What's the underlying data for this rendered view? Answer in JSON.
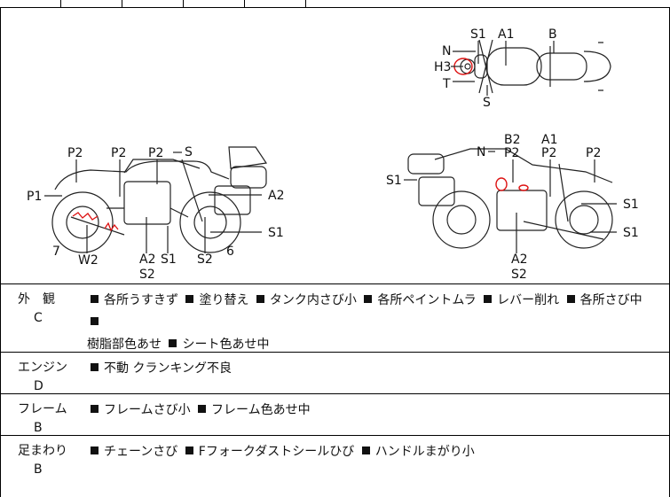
{
  "diagram": {
    "top_view_labels": {
      "n": "N",
      "h3": "H3",
      "t": "T",
      "s1": "S1",
      "a1": "A1",
      "b": "B",
      "s": "S"
    },
    "left_view_labels": {
      "p2a": "P2",
      "p2b": "P2",
      "p2c": "P2",
      "s": "S",
      "p1": "P1",
      "a2": "A2",
      "s1": "S1",
      "seven": "7",
      "w2": "W2",
      "a2s2": "A2",
      "s2a": "S2",
      "s1b": "S1",
      "s2b": "S2",
      "six": "6"
    },
    "right_view_labels": {
      "n": "N",
      "b2": "B2",
      "p2a": "P2",
      "a1": "A1",
      "p2b": "P2",
      "p2c": "P2",
      "s1left": "S1",
      "s1a": "S1",
      "s1b": "S1",
      "a2": "A2",
      "s2": "S2"
    }
  },
  "conditions": [
    {
      "name": "外　観",
      "grade": "C",
      "items": [
        "各所うすきず",
        "塗り替え",
        "タンク内さび小",
        "各所ペイントムラ",
        "レバー削れ",
        "各所さび中"
      ],
      "items_line2": [
        "樹脂部色あせ",
        "シート色あせ中"
      ]
    },
    {
      "name": "エンジン",
      "grade": "D",
      "items": [
        "不動 クランキング不良"
      ]
    },
    {
      "name": "フレーム",
      "grade": "B",
      "items": [
        "フレームさび小",
        "フレーム色あせ中"
      ]
    },
    {
      "name": "足まわり",
      "grade": "B",
      "items": [
        "チェーンさび",
        "Fフォークダストシールひび",
        "ハンドルまがり小"
      ]
    }
  ]
}
